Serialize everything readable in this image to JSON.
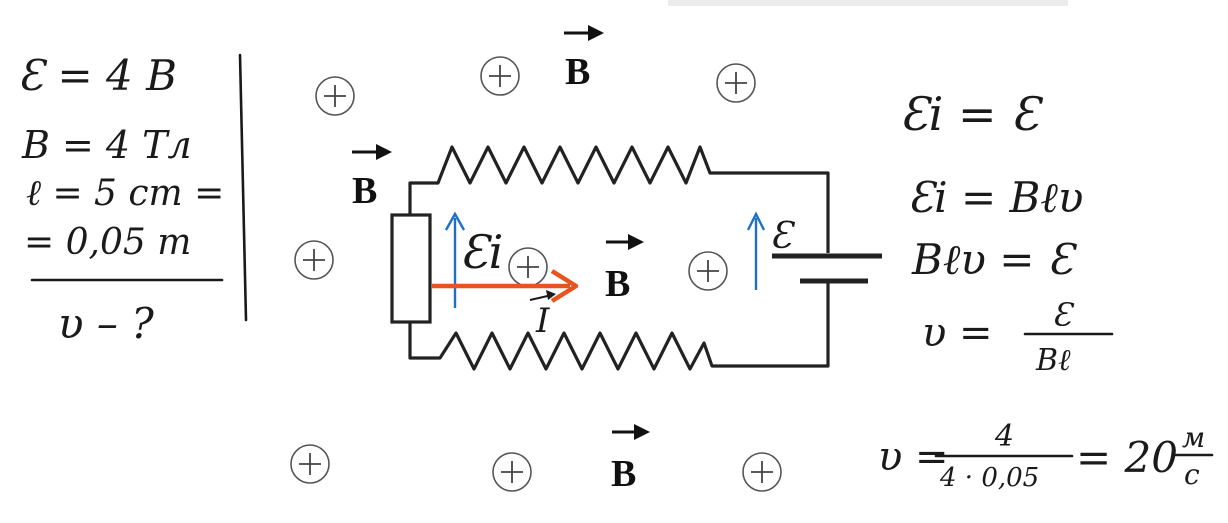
{
  "given": {
    "line1": "Ɛ = 4 B",
    "line2": "B = 4 Tл",
    "line3": "ℓ = 5 cm =",
    "line4": "= 0,05 m",
    "unknown": "υ – ?"
  },
  "diagram": {
    "field_label": "B",
    "emf_label": "Ɛ",
    "induced_emf_label": "Ɛi",
    "current_label": "I",
    "colors": {
      "wire": "#222222",
      "current_arrow": "#e8541e",
      "emf_arrow": "#1f6fc4",
      "plus_marker": "#555555"
    },
    "marker_icon": "circle-plus-icon"
  },
  "solution": {
    "line1": "Ɛi = Ɛ",
    "line2": "Ɛi = Bℓυ",
    "line3": "Bℓυ = Ɛ",
    "line4_lhs": "υ =",
    "line4_num": "Ɛ",
    "line4_den": "Bℓ",
    "line5_lhs": "υ =",
    "line5_num": "4",
    "line5_den": "4 · 0,05",
    "line5_result": "= 20",
    "line5_unit_num": "м",
    "line5_unit_den": "с"
  }
}
